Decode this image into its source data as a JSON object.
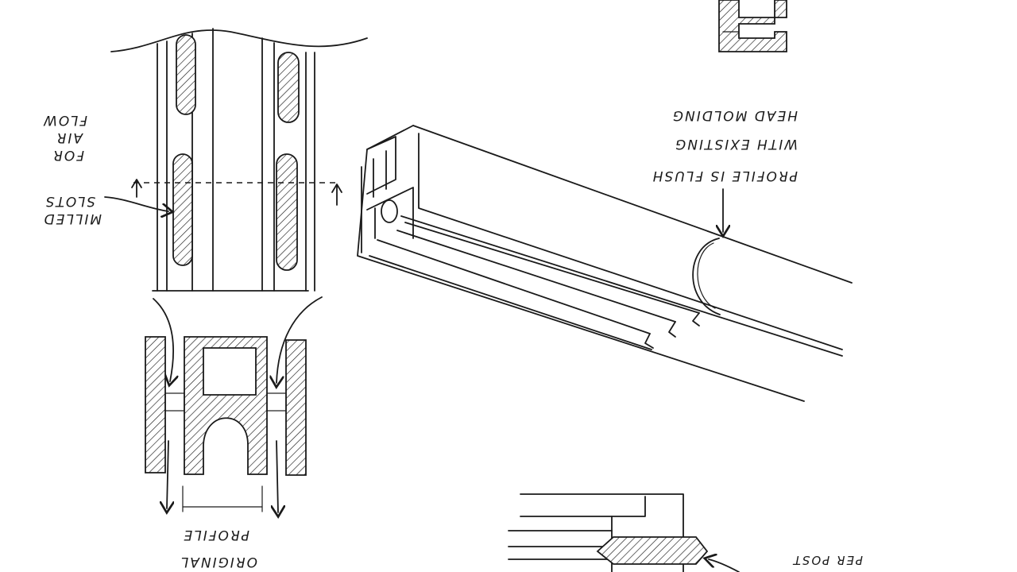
{
  "annotations": {
    "profile_flush": [
      "PROFILE IS FLUSH",
      "WITH EXISTING",
      "HEAD MOLDING"
    ],
    "milled_slots": [
      "MILLED",
      "SLOTS",
      "FOR",
      "AIR",
      "FLOW"
    ],
    "original_profile": [
      "ORIGINAL",
      "PROFILE"
    ],
    "per_post": [
      "PER POST"
    ]
  },
  "colors": {
    "ink": "#1a1a1a",
    "paper": "#ffffff"
  }
}
